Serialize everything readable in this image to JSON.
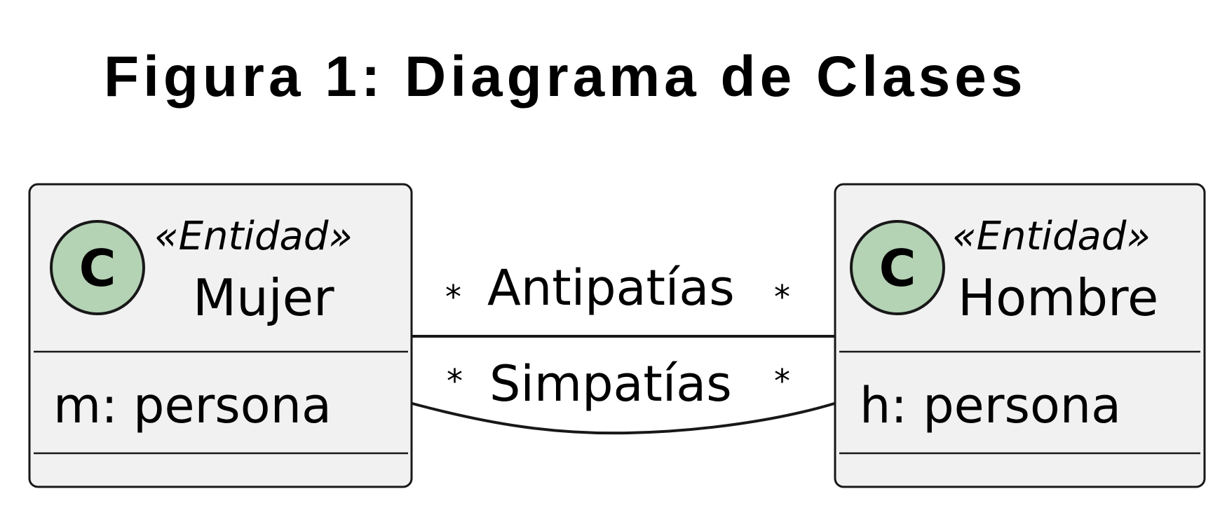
{
  "title": "Figura 1: Diagrama de Clases",
  "colors": {
    "box_fill": "#f1f1f1",
    "box_stroke": "#181818",
    "circle_fill": "#b4d2b4",
    "line": "#181818"
  },
  "classes": [
    {
      "icon": "class-c-icon",
      "icon_letter": "C",
      "stereotype": "«Entidad»",
      "name": "Mujer",
      "attributes": [
        "m: persona"
      ]
    },
    {
      "icon": "class-c-icon",
      "icon_letter": "C",
      "stereotype": "«Entidad»",
      "name": "Hombre",
      "attributes": [
        "h: persona"
      ]
    }
  ],
  "associations": [
    {
      "label": "Antipatías",
      "source": "Mujer",
      "target": "Hombre",
      "source_multiplicity": "*",
      "target_multiplicity": "*"
    },
    {
      "label": "Simpatías",
      "source": "Mujer",
      "target": "Hombre",
      "source_multiplicity": "*",
      "target_multiplicity": "*"
    }
  ]
}
